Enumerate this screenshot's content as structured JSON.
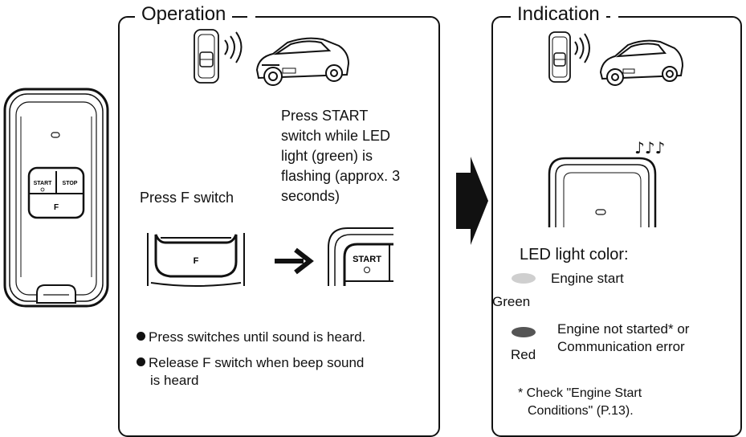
{
  "operation": {
    "title": "Operation",
    "step1": "Press F switch",
    "step2": "Press START switch while LED light (green) is flashing (approx. 3 seconds)",
    "step2_lines": [
      "Press START",
      "switch while LED",
      "light (green) is",
      "flashing (approx. 3",
      "seconds)"
    ],
    "notes": [
      "Press switches until sound is heard.",
      "Release F switch when beep sound is heard"
    ],
    "note2_lines": [
      "Release F switch when beep sound",
      "is heard"
    ]
  },
  "indication": {
    "title": "Indication",
    "led_heading": "LED light color:",
    "green_desc": "Engine start",
    "green_label": "Green",
    "red_desc_lines": [
      "Engine not started* or",
      "Communication error"
    ],
    "red_label": "Red",
    "footnote_lines": [
      "* Check \"Engine Start",
      "Conditions\" (P.13)."
    ],
    "sound_glyph": "♪♪♪"
  },
  "fob": {
    "start": "START",
    "stop": "STOP",
    "f": "F"
  },
  "colors": {
    "green_led": "#cfcfcf",
    "red_led": "#555555"
  },
  "icons": [
    "remote-fob-icon",
    "car-icon",
    "signal-waves-icon",
    "arrow-right-icon",
    "led-indicator-icon",
    "music-notes-icon"
  ]
}
